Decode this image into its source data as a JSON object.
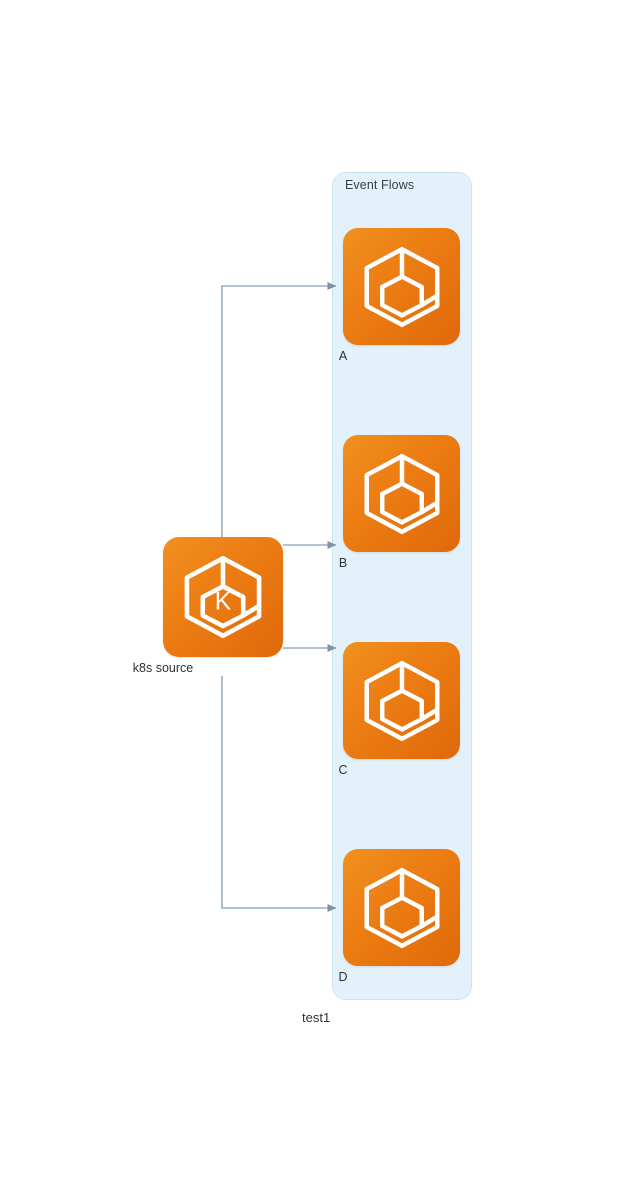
{
  "diagram": {
    "caption": "test1",
    "colors": {
      "node_orange_light": "#f0911f",
      "node_orange_dark": "#e0690a",
      "group_background": "#e3f1fa",
      "group_border": "#cfe3ef",
      "edge_line": "#8fa3b4",
      "label_text": "#2e3338",
      "canvas_background": "#ffffff"
    },
    "group": {
      "title": "Event Flows"
    },
    "source_node": {
      "label": "k8s source",
      "icon": "hexagon-k-logo-icon",
      "glyph": "K"
    },
    "target_nodes": [
      {
        "label": "A",
        "icon": "hexagon-cube-logo-icon"
      },
      {
        "label": "B",
        "icon": "hexagon-cube-logo-icon"
      },
      {
        "label": "C",
        "icon": "hexagon-cube-logo-icon"
      },
      {
        "label": "D",
        "icon": "hexagon-cube-logo-icon"
      }
    ],
    "edges": [
      {
        "from": "k8s source",
        "to": "A"
      },
      {
        "from": "k8s source",
        "to": "B"
      },
      {
        "from": "k8s source",
        "to": "C"
      },
      {
        "from": "k8s source",
        "to": "D"
      }
    ]
  }
}
